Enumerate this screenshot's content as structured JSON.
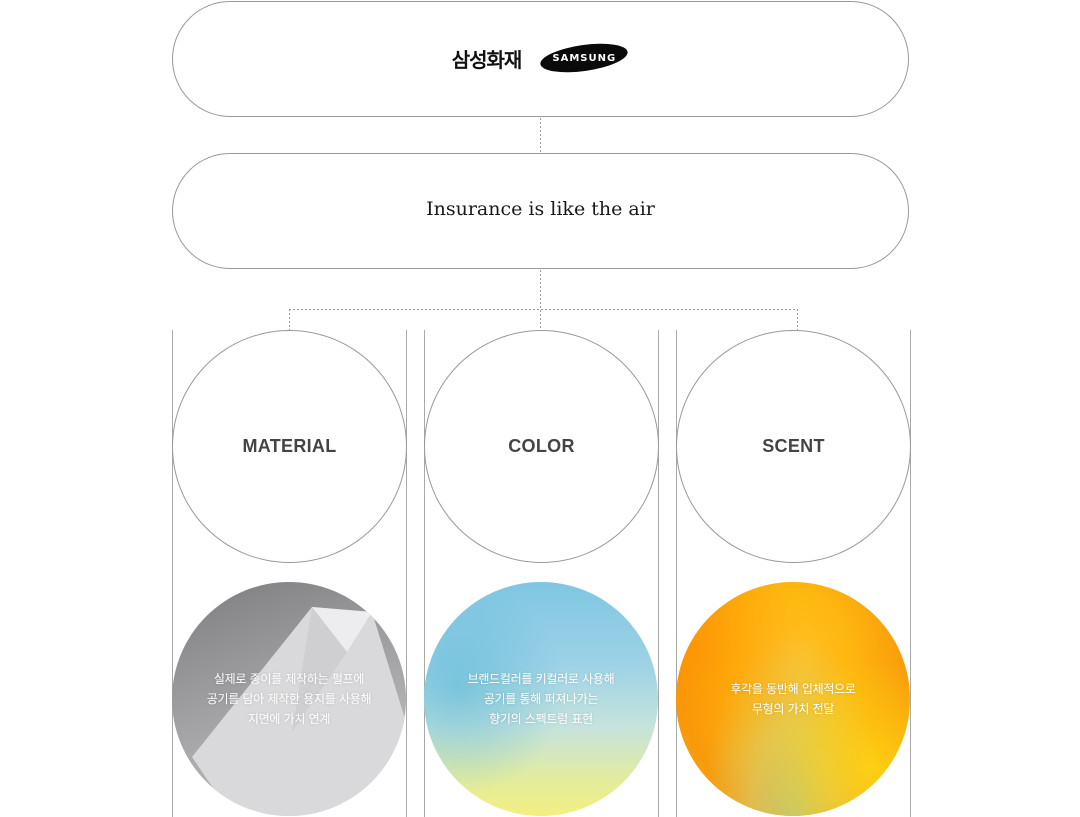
{
  "brand": {
    "name_kr": "삼성화재",
    "logo_text": "SAMSUNG",
    "logo_color": "#0a0a0a"
  },
  "tagline": "Insurance is like the air",
  "pillars": [
    {
      "title": "MATERIAL",
      "description": [
        "실제로 종이를 제작하는 펄프에",
        "공기를 담아 제작한 용지를 사용해",
        "지면에 가치 연계"
      ]
    },
    {
      "title": "COLOR",
      "description": [
        "브랜드컬러를 키컬러로 사용해",
        "공기를 통해 퍼져나가는",
        "향기의 스펙트럼 표현"
      ]
    },
    {
      "title": "SCENT",
      "description": [
        "후각을 동반해 입체적으로",
        "무형의 가치 전달"
      ]
    }
  ],
  "colors": {
    "outline": "#9a9a9a",
    "title_text": "#444444",
    "material_tone": "#a1a1a4",
    "color_tone_top": "#7fc6e2",
    "color_tone_bottom": "#f3ee80",
    "scent_tone": "#ffb60f"
  }
}
